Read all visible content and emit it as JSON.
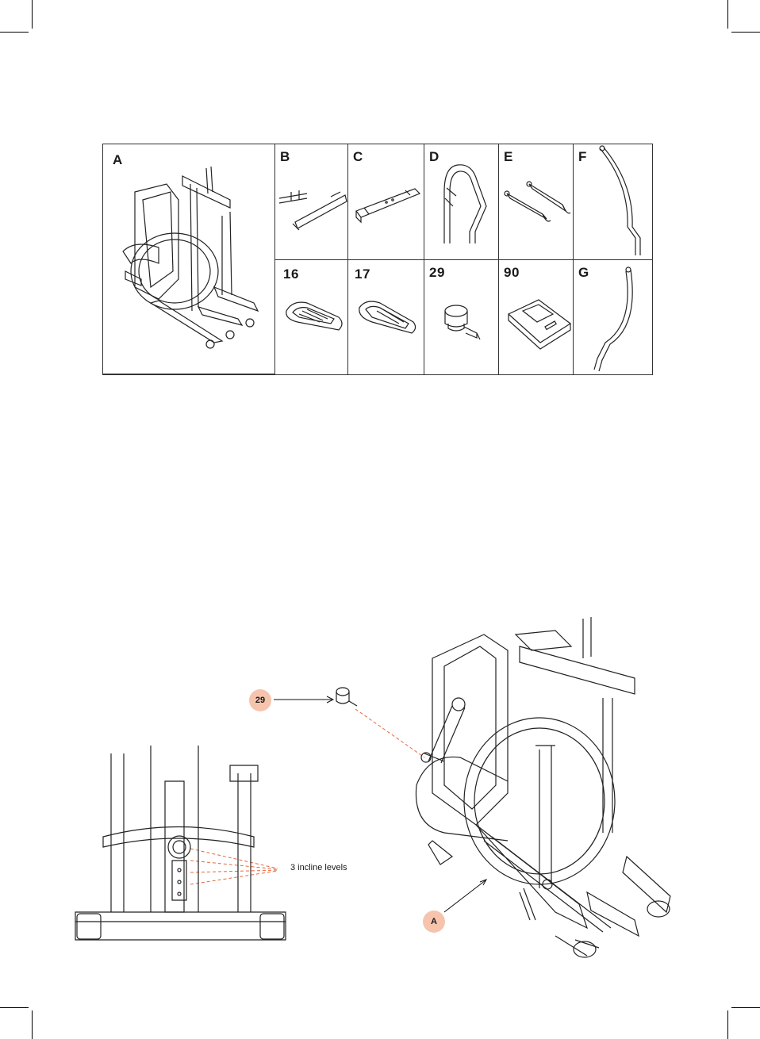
{
  "parts": {
    "A": "A",
    "B": "B",
    "C": "C",
    "D": "D",
    "E": "E",
    "F": "F",
    "p16": "16",
    "p17": "17",
    "p29": "29",
    "p90": "90",
    "G": "G"
  },
  "diagram": {
    "callout_29": "29",
    "callout_A": "A",
    "incline_label": "3 incline levels",
    "callout_color": "#f6c4ad",
    "leader_color": "#e8673a"
  }
}
